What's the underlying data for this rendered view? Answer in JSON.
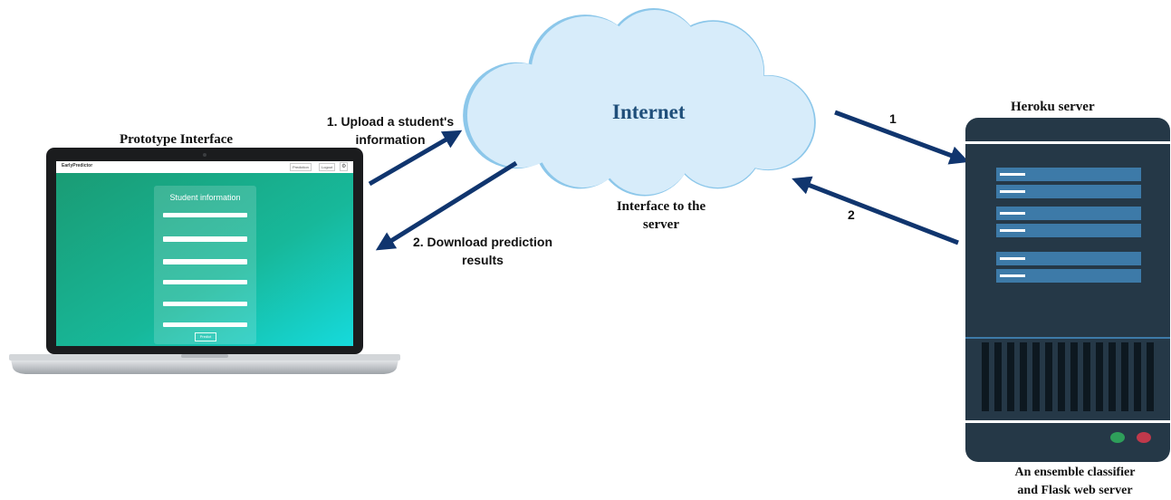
{
  "labels": {
    "prototype_interface": "Prototype Interface",
    "internet": "Internet",
    "heroku_server": "Heroku server",
    "interface_to_server_line1": "Interface to the",
    "interface_to_server_line2": "server",
    "upload_line1": "1. Upload a student's",
    "upload_line2": "information",
    "download_line1": "2. Download prediction",
    "download_line2": "results",
    "arrow_to_server": "1",
    "arrow_from_server": "2",
    "classifier_line1": "An ensemble classifier",
    "classifier_line2": "and Flask web server"
  },
  "app": {
    "logo": "EarlyPredictor",
    "nav_predict": "Prediction",
    "nav_logout": "Logout",
    "nav_settings": "⚙",
    "form_title": "Student information",
    "submit": "Predict"
  },
  "colors": {
    "cloud_fill": "#d7ecfa",
    "cloud_stroke": "#8cc7ea",
    "internet_text": "#1f4f7a",
    "arrow": "#10356e",
    "server_body": "#253847",
    "server_bar": "#3d7aa8",
    "green_led": "#2e9e5a",
    "red_led": "#c0394b"
  }
}
